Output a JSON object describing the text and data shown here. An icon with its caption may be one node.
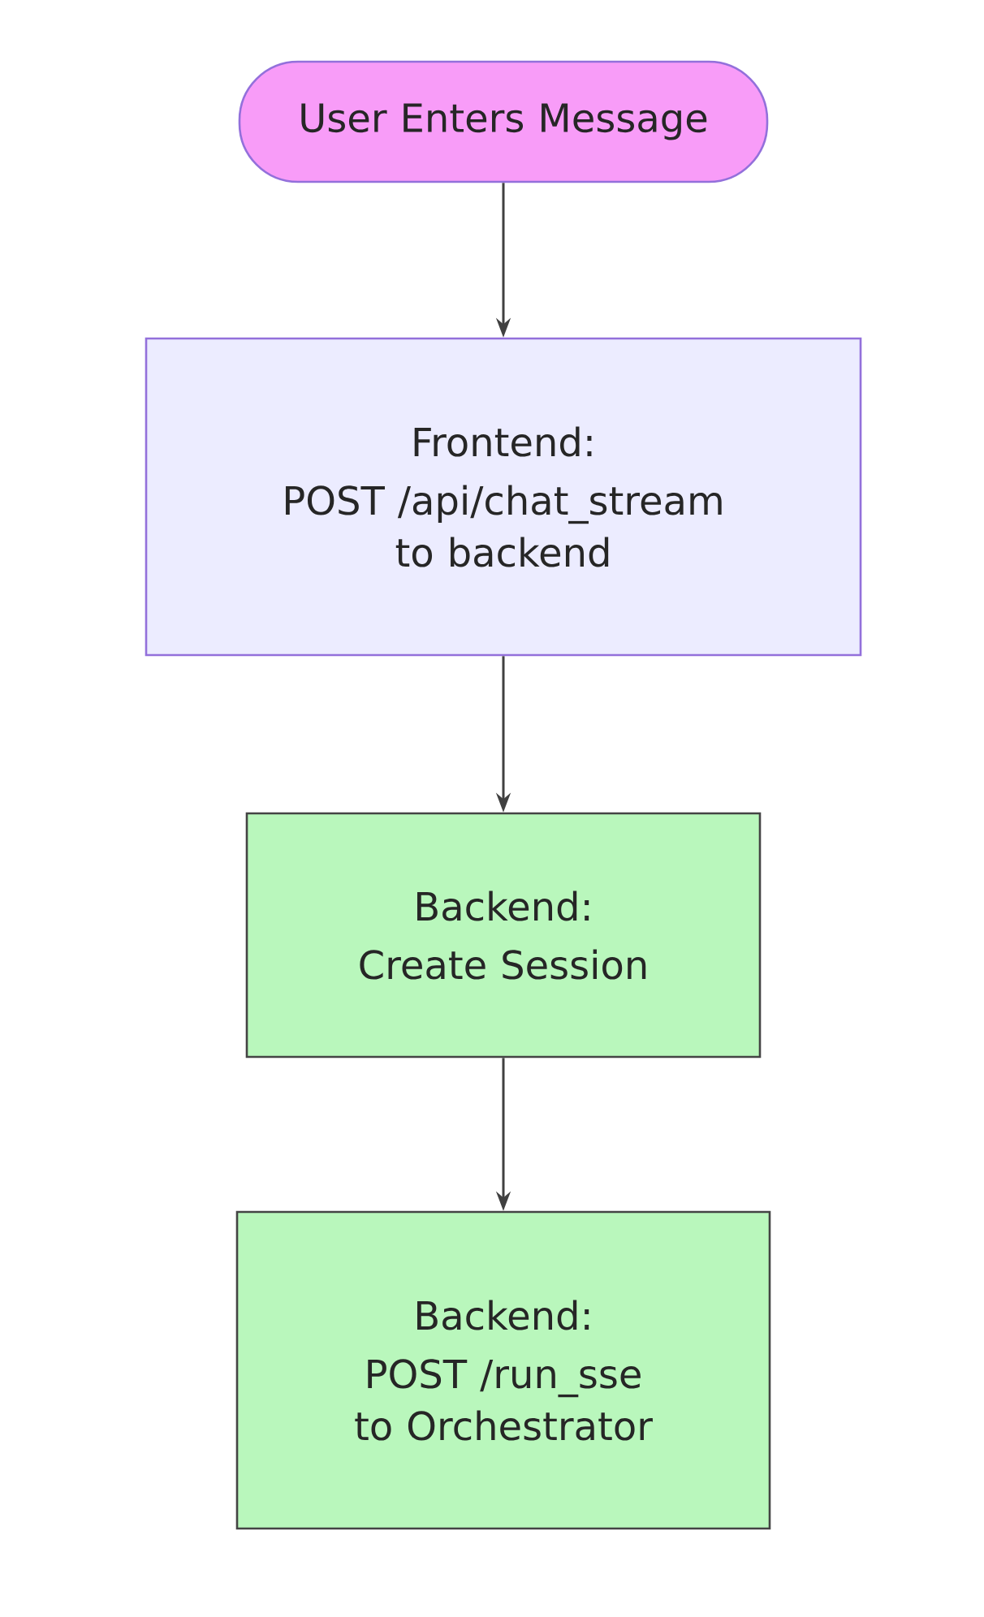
{
  "diagram": {
    "nodes": [
      {
        "text": [
          "User Enters Message"
        ]
      },
      {
        "text": [
          "Frontend:",
          "POST /api/chat_stream to backend"
        ]
      },
      {
        "text": [
          "Backend:",
          "Create Session"
        ]
      },
      {
        "text": [
          "Backend:",
          "POST /run_sse to Orchestrator"
        ]
      }
    ],
    "edges": [
      {
        "from": 0,
        "to": 1,
        "arrow": "to"
      },
      {
        "from": 1,
        "to": 2,
        "arrow": "to"
      },
      {
        "from": 2,
        "to": 3,
        "arrow": "to"
      }
    ]
  }
}
